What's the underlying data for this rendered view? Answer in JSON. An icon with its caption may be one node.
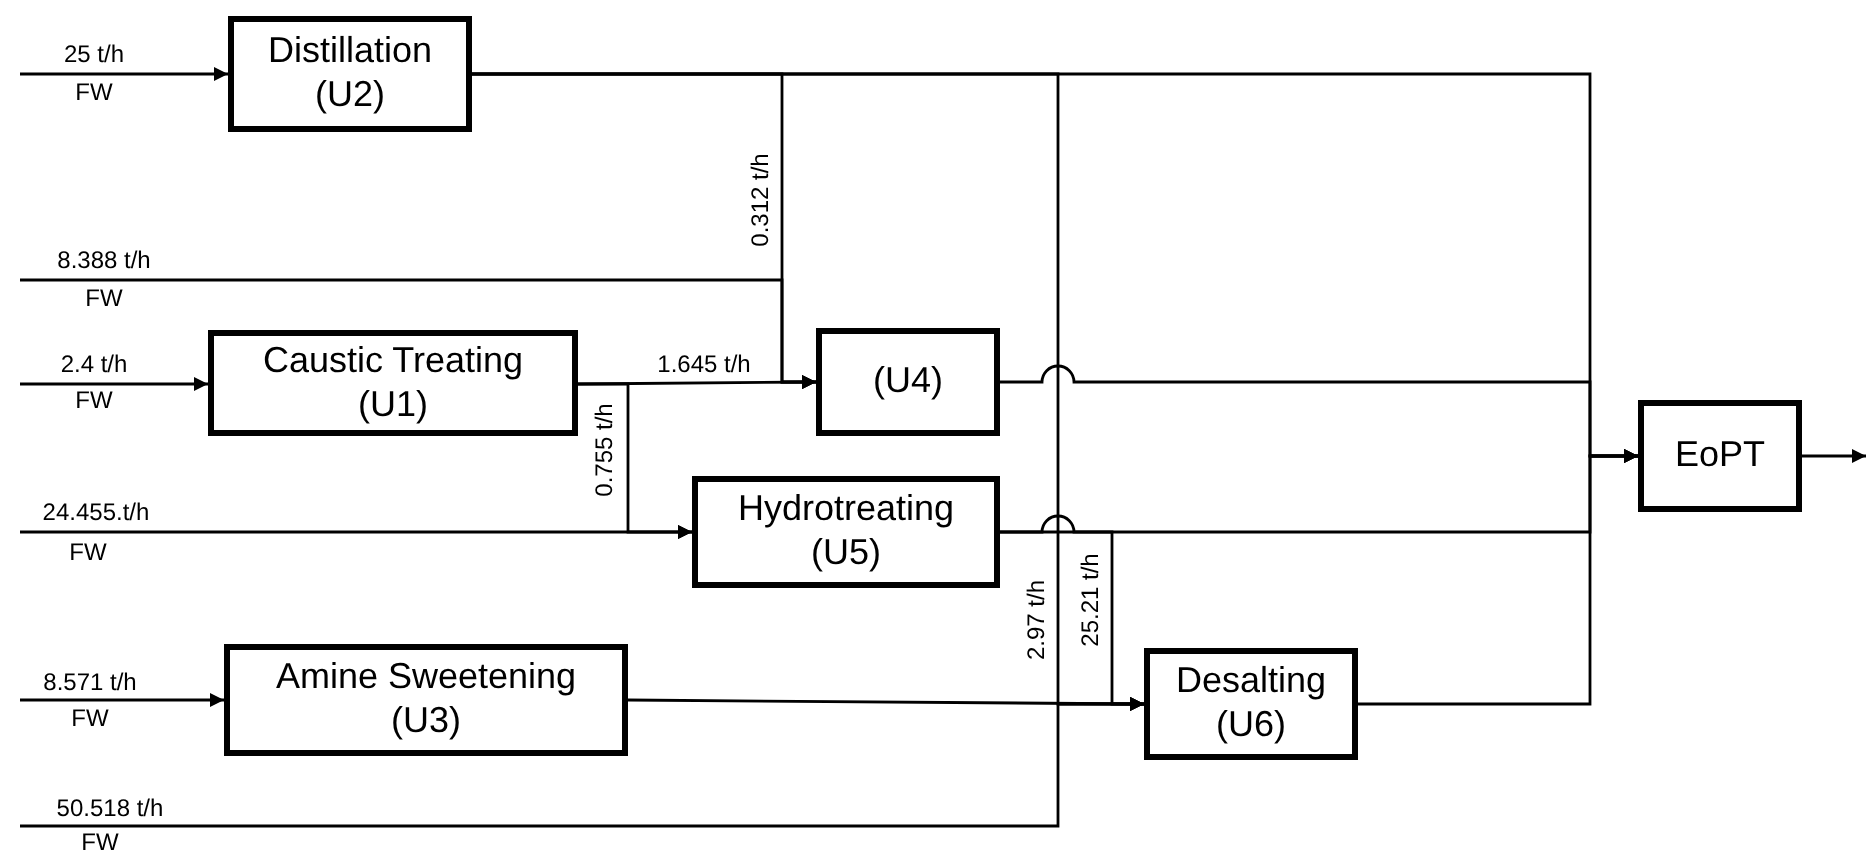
{
  "diagram": {
    "nodes": [
      {
        "text": [
          "Distillation",
          "(U2)"
        ]
      },
      {
        "text": [
          "Caustic Treating",
          "(U1)"
        ]
      },
      {
        "text": [
          "(U4)"
        ]
      },
      {
        "text": [
          "Hydrotreating",
          "(U5)"
        ]
      },
      {
        "text": [
          "Amine Sweetening",
          "(U3)"
        ]
      },
      {
        "text": [
          "Desalting",
          "(U6)"
        ]
      },
      {
        "text": [
          "EoPT"
        ]
      }
    ],
    "edges": [
      {
        "from": null,
        "to": 0,
        "arrow": "to",
        "label": "25 t/h"
      },
      {
        "from": null,
        "to": 2,
        "arrow": "to",
        "label": "8.388 t/h"
      },
      {
        "from": null,
        "to": 1,
        "arrow": "to",
        "label": "2.4 t/h"
      },
      {
        "from": null,
        "to": 3,
        "arrow": "to",
        "label": "24.455.t/h"
      },
      {
        "from": null,
        "to": 4,
        "arrow": "to",
        "label": "8.571 t/h"
      },
      {
        "from": null,
        "to": 5,
        "arrow": "to",
        "label": "50.518 t/h"
      },
      {
        "from": 0,
        "to": 2,
        "arrow": "to",
        "label": "0.312 t/h"
      },
      {
        "from": 0,
        "to": 5,
        "arrow": "to",
        "label": "2.97 t/h"
      },
      {
        "from": 1,
        "to": 2,
        "arrow": "to",
        "label": "1.645 t/h"
      },
      {
        "from": 1,
        "to": 3,
        "arrow": "to",
        "label": "0.755 t/h"
      },
      {
        "from": 3,
        "to": 5,
        "arrow": "to",
        "label": "25.21 t/h"
      },
      {
        "from": 4,
        "to": 5,
        "arrow": "to"
      },
      {
        "from": 0,
        "to": 6,
        "arrow": "to"
      },
      {
        "from": 2,
        "to": 6,
        "arrow": "to"
      },
      {
        "from": 3,
        "to": 6,
        "arrow": "to"
      },
      {
        "from": 5,
        "to": 6,
        "arrow": "to"
      },
      {
        "from": 6,
        "to": null,
        "arrow": "to"
      }
    ],
    "labels": [
      "FW",
      "FW",
      "FW",
      "FW",
      "FW",
      "FW"
    ]
  }
}
